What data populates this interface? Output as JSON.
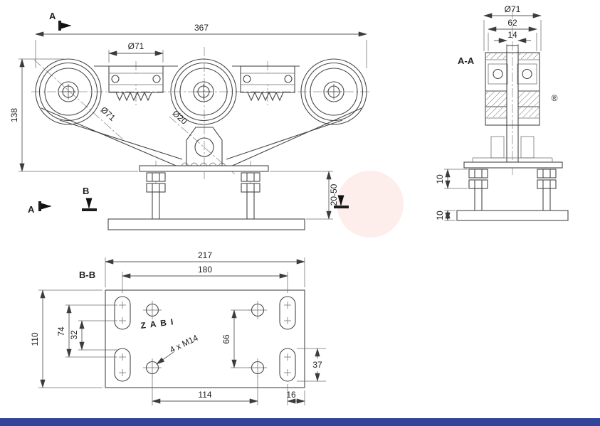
{
  "watermark": {
    "brand": "ZABI",
    "registered": "®"
  },
  "front_view": {
    "section_label_a_top": "A",
    "section_label_a_side": "A",
    "section_label_b": "B",
    "dim_total_width": "367",
    "dim_guide_roller_dia": "Ø71",
    "dim_wheel_dia": "Ø71",
    "dim_pin_dia": "Ø20",
    "dim_height": "138",
    "dim_adjust_range": "20-50"
  },
  "section_view": {
    "label": "A-A",
    "dim_wheel_dia": "Ø71",
    "dim_hub_width": "62",
    "dim_web_thickness": "14",
    "dim_offset_upper": "10",
    "dim_offset_lower": "10"
  },
  "bottom_view": {
    "label": "B-B",
    "dim_plate_width": "217",
    "dim_slot_span": "180",
    "dim_plate_depth": "110",
    "dim_slot_pitch": "74",
    "dim_slot_step": "32",
    "dim_hole_row_span": "66",
    "dim_thread_callout": "4 x M14",
    "dim_slot_length": "37",
    "dim_hole_pitch": "114",
    "dim_edge_offset": "16"
  },
  "footer": {
    "bar_color": "#31439b"
  }
}
